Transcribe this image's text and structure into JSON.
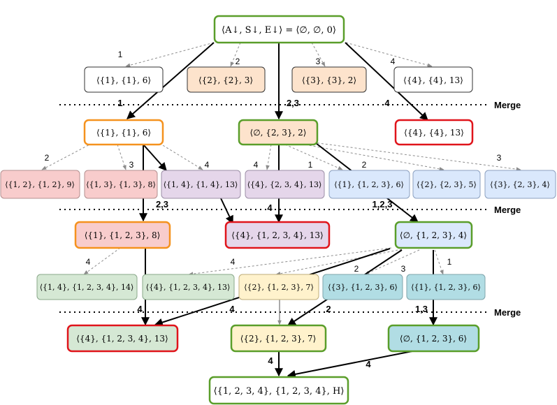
{
  "merge_label": "Merge",
  "nodes": {
    "root": "⟨A↓, S↓, E↓⟩ = ⟨∅, ∅, 0⟩",
    "c1": "⟨{1}, {1}, 6⟩",
    "c2": "⟨{2}, {2}, 3⟩",
    "c3": "⟨{3}, {3}, 2⟩",
    "c4": "⟨{4}, {4}, 13⟩",
    "m1a": "⟨{1}, {1}, 6⟩",
    "m1b": "⟨∅, {2, 3}, 2⟩",
    "m1c": "⟨{4}, {4}, 13⟩",
    "r1": "⟨{1, 2}, {1, 2}, 9⟩",
    "r2": "⟨{1, 3}, {1, 3}, 8⟩",
    "r3": "⟨{1, 4}, {1, 4}, 13⟩",
    "r4": "⟨{4}, {2, 3, 4}, 13⟩",
    "r5": "⟨{1}, {1, 2, 3}, 6⟩",
    "r6": "⟨{2}, {2, 3}, 5⟩",
    "r7": "⟨{3}, {2, 3}, 4⟩",
    "m2a": "⟨{1}, {1, 2, 3}, 8⟩",
    "m2b": "⟨{4}, {1, 2, 3, 4}, 13⟩",
    "m2c": "⟨∅, {1, 2, 3}, 4⟩",
    "s1": "⟨{1, 4}, {1, 2, 3, 4}, 14⟩",
    "s2": "⟨{4}, {1, 2, 3, 4}, 13⟩",
    "s3": "⟨{2}, {1, 2, 3}, 7⟩",
    "s4": "⟨{3}, {1, 2, 3}, 6⟩",
    "s5": "⟨{1}, {1, 2, 3}, 6⟩",
    "m3a": "⟨{4}, {1, 2, 3, 4}, 13⟩",
    "m3b": "⟨{2}, {1, 2, 3}, 7⟩",
    "m3c": "⟨∅, {1, 2, 3}, 6⟩",
    "final": "⟨{1, 2, 3, 4}, {1, 2, 3, 4}, H⟩"
  },
  "edge_labels": {
    "g1_1": "1",
    "g1_2": "2",
    "g1_3": "3",
    "g1_4": "4",
    "b1_1": "1",
    "b1_23": "2,3",
    "b1_4": "4",
    "g2_2": "2",
    "g2_3": "3",
    "g2_4": "4",
    "g2_4b": "4",
    "g2_1": "1",
    "g2_2b": "2",
    "g2_3b": "3",
    "b2_23": "2,3",
    "b2_4": "4",
    "b2_123": "1,2,3",
    "g3_4": "4",
    "g3_4b": "4",
    "g3_2": "2",
    "g3_3": "3",
    "g3_1": "1",
    "b3_4": "4",
    "b3_4b": "4",
    "b3_2": "2",
    "b3_13": "1,3",
    "b4_4": "4",
    "b4_4b": "4"
  },
  "colors": {
    "green": "#5a9e2a",
    "orange": "#f5921e",
    "red": "#e0141b",
    "fill_orange": "#fde3cc",
    "fill_pink": "#f8cccc",
    "fill_purple": "#e5d6ea",
    "fill_blue": "#dae8fc",
    "fill_green": "#d5e8d4",
    "fill_yellow": "#fff2cc",
    "fill_teal": "#b1dde4"
  }
}
